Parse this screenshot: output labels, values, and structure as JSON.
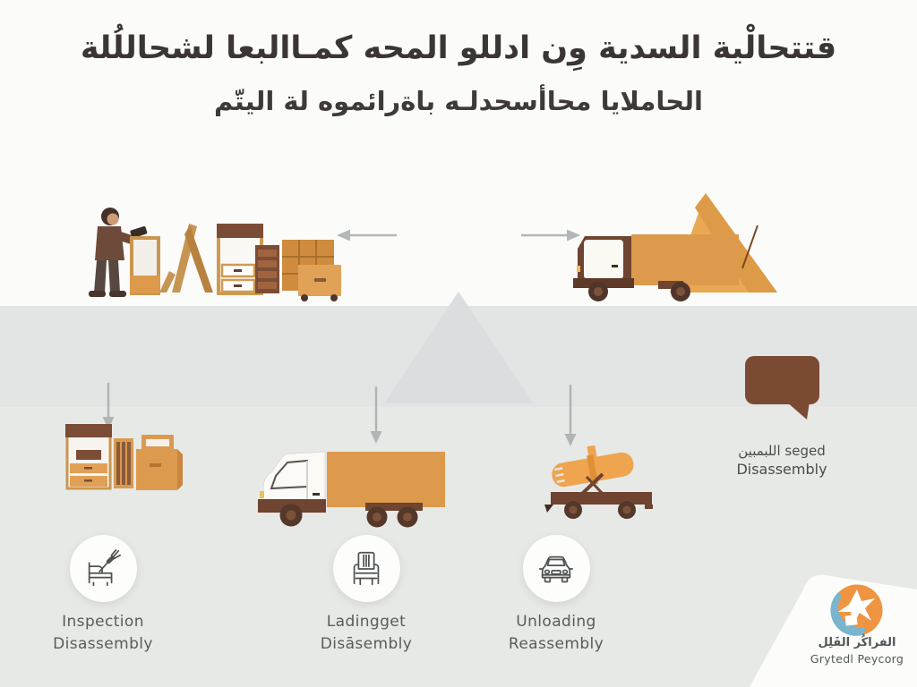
{
  "title": {
    "line1": "قتتحالْية السدية وِن ادللو المحه كمـاالبعا لشحاللُلة",
    "line2": "الحاملايا محاأسحدلـه باةرائموه لة اليتّم"
  },
  "annotation": {
    "line1": "اللبمبين seged",
    "line2": "Disassembly"
  },
  "steps": [
    {
      "icon": "furniture-inspection-icon",
      "label_line1": "Inspection",
      "label_line2": "Disassembly"
    },
    {
      "icon": "chair-icon",
      "label_line1": "Ladingget",
      "label_line2": "Disāsembly"
    },
    {
      "icon": "car-icon",
      "label_line1": "Unloading",
      "label_line2": "Reassembly"
    }
  ],
  "logo": {
    "arabic": "الفراكُر القَلِل",
    "latin": "Grytedl Peycorg"
  },
  "colors": {
    "background_top": "#fbfbf9",
    "background_band": "#e2e5e4",
    "background_bottom": "#e7e9e7",
    "triangle_gray": "#dbdede",
    "orange": "#dd9a4c",
    "tent_orange": "#e8a854",
    "brown": "#6f4430",
    "bubble_brown": "#7a4a33",
    "arrow_gray": "#b3b7b7",
    "title_text": "#3b3533",
    "label_text": "#575c5a",
    "logo_orange": "#ef9440",
    "logo_blue": "#7ab5cd"
  }
}
